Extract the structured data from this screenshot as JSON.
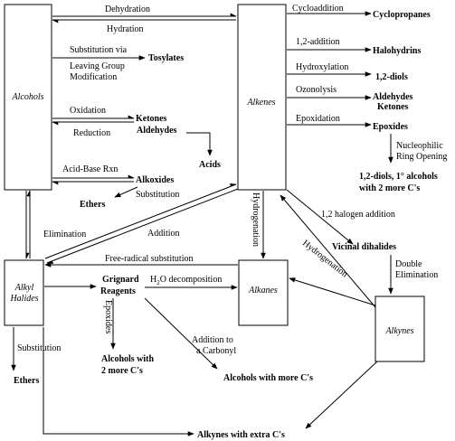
{
  "nodes": {
    "alcohols": "Alcohols",
    "alkenes": "Alkenes",
    "alkyl_halides_1": "Alkyl",
    "alkyl_halides_2": "Halides",
    "alkanes": "Alkanes",
    "alkynes": "Alkynes"
  },
  "products": {
    "tosylates": "Tosylates",
    "ketones": "Ketones",
    "aldehydes": "Aldehydes",
    "acids": "Acids",
    "alkoxides": "Alkoxides",
    "ethers_left": "Ethers",
    "cyclopropanes": "Cyclopropanes",
    "halohydrins": "Halohydrins",
    "diols": "1,2-diols",
    "aldehydes_r": "Aldehydes",
    "ketones_r": "Ketones",
    "epoxides": "Epoxides",
    "diols_alc_1": "1,2-diols, 1° alcohols",
    "diols_alc_2": "with 2 more C's",
    "vicinal": "Vicinal dihalides",
    "grignard_1": "Grignard",
    "grignard_2": "Reagents",
    "alc_2more_1": "Alcohols with",
    "alc_2more_2": "2 more C's",
    "alc_more": "Alcohols with more C's",
    "ethers_bottom": "Ethers",
    "alkynes_extra": "Alkynes with extra C's"
  },
  "labels": {
    "dehydration": "Dehydration",
    "hydration": "Hydration",
    "subst_via_1": "Substitution via",
    "subst_via_2": "Leaving Group",
    "subst_via_3": "Modification",
    "oxidation": "Oxidation",
    "reduction": "Reduction",
    "acid_base": "Acid-Base Rxn",
    "substitution_mid": "Substitution",
    "cycloaddition": "Cycloaddition",
    "addition_12": "1,2-addition",
    "hydroxylation": "Hydroxylation",
    "ozonolysis": "Ozonolysis",
    "epoxidation": "Epoxidation",
    "nucleophilic_1": "Nucleophilic",
    "nucleophilic_2": "Ring Opening",
    "halogen_add": "1,2 halogen addition",
    "double_elim_1": "Double",
    "double_elim_2": "Elimination",
    "elimination": "Elimination",
    "addition": "Addition",
    "hydrogenation": "Hydrogenation",
    "hydrogenation_2": "Hydrogenation",
    "free_radical": "Free-radical substitution",
    "h2o_decomp_pre": "H",
    "h2o_decomp_sub": "2",
    "h2o_decomp_post": "O decomposition",
    "epoxides_v": "Epoxides",
    "add_carbonyl_1": "Addition to",
    "add_carbonyl_2": "a Carbonyl",
    "substitution_left": "Substitution"
  }
}
